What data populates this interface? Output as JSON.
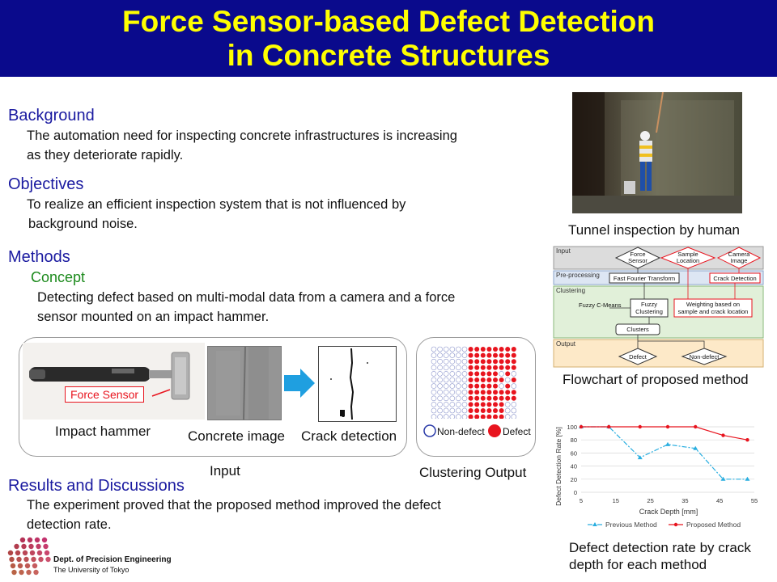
{
  "header": {
    "title_line1": "Force Sensor-based Defect Detection",
    "title_line2": "in Concrete Structures"
  },
  "background": {
    "heading": "Background",
    "line1": "The automation need for inspecting concrete infrastructures is increasing",
    "line2": "as they deteriorate rapidly."
  },
  "objectives": {
    "heading": "Objectives",
    "line1": "To realize an efficient inspection system that is not influenced by",
    "line2": "background noise."
  },
  "methods": {
    "heading": "Methods",
    "concept_heading": "Concept",
    "line1": "Detecting defect based on multi-modal data from a camera and a force",
    "line2": "sensor mounted on an impact hammer."
  },
  "input_panel": {
    "force_sensor_label": "Force Sensor",
    "hammer_caption": "Impact hammer",
    "concrete_caption": "Concrete image",
    "crack_caption": "Crack detection",
    "panel_caption": "Input"
  },
  "clustering_panel": {
    "nondefect_label": "Non-defect",
    "defect_label": "Defect",
    "panel_caption": "Clustering Output"
  },
  "results": {
    "heading": "Results and Discussions",
    "line1": "The experiment proved that the proposed method improved the defect",
    "line2": "detection rate."
  },
  "logo": {
    "dept": "Dept. of Precision Engineering",
    "univ": "The University of Tokyo"
  },
  "tunnel": {
    "caption": "Tunnel inspection by human"
  },
  "flowchart": {
    "caption": "Flowchart of proposed method",
    "band_input": "Input",
    "band_pre": "Pre-processing",
    "band_clustering": "Clustering",
    "band_output": "Output",
    "force_sensor": [
      "Force",
      "Sensor"
    ],
    "sample_location": [
      "Sample",
      "Location"
    ],
    "camera_image": [
      "Camera",
      "Image"
    ],
    "fft": "Fast Fourier Transform",
    "crack_detection": "Crack Detection",
    "fuzzy_cmeans": "Fuzzy C-Means",
    "fuzzy_clustering": [
      "Fuzzy",
      "Clustering"
    ],
    "weighting": [
      "Weighting based on",
      "sample and crack location"
    ],
    "clusters": "Clusters",
    "defect": "Defect",
    "nondefect": "Non-defect"
  },
  "chart_caption": {
    "line1": "Defect detection rate by crack",
    "line2": "depth for each method"
  },
  "colors": {
    "header_bg": "#0a0a8c",
    "title": "#ffff00",
    "heading": "#1a1aa0",
    "concept": "#1c8a1c",
    "defect_red": "#e8141e",
    "nondefect_blue": "#2a3aa8",
    "previous_line": "#29aee0",
    "proposed_line": "#e8141e"
  },
  "chart_data": {
    "type": "line",
    "xlabel": "Crack Depth [mm]",
    "ylabel": "Defect Detection Rate [%]",
    "x_ticks": [
      5,
      15,
      25,
      35,
      45,
      55
    ],
    "y_ticks": [
      0,
      20,
      40,
      60,
      80,
      100
    ],
    "xlim": [
      5,
      55
    ],
    "ylim": [
      0,
      100
    ],
    "grid": true,
    "legend_position": "bottom",
    "series": [
      {
        "name": "Previous Method",
        "x": [
          5,
          13,
          22,
          30,
          38,
          46,
          53
        ],
        "y": [
          100,
          100,
          53,
          73,
          67,
          20,
          20
        ]
      },
      {
        "name": "Proposed Method",
        "x": [
          5,
          13,
          22,
          30,
          38,
          46,
          53
        ],
        "y": [
          100,
          100,
          100,
          100,
          100,
          87,
          80
        ]
      }
    ]
  }
}
